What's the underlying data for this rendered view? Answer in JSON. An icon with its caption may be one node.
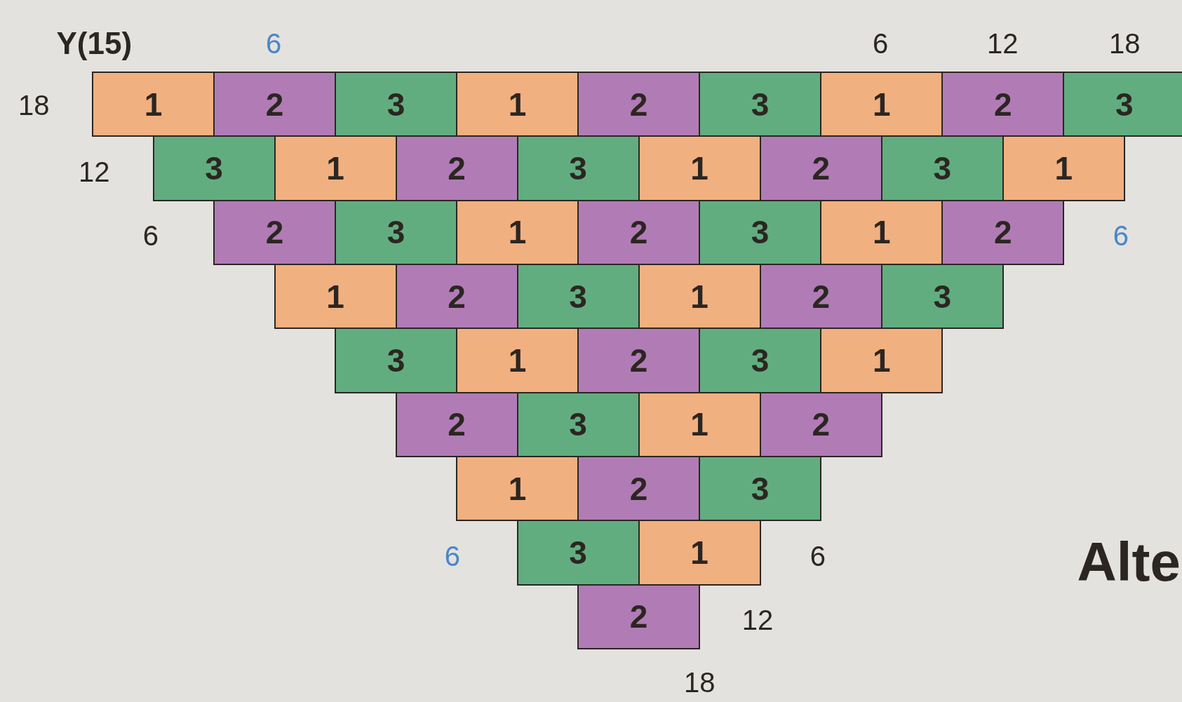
{
  "diagram": {
    "nodes": [
      {
        "text": [
          "1"
        ]
      },
      {
        "text": [
          "2"
        ]
      },
      {
        "text": [
          "3"
        ]
      },
      {
        "text": [
          "1"
        ]
      },
      {
        "text": [
          "2"
        ]
      },
      {
        "text": [
          "3"
        ]
      },
      {
        "text": [
          "1"
        ]
      },
      {
        "text": [
          "2"
        ]
      },
      {
        "text": [
          "3"
        ]
      },
      {
        "text": [
          "3"
        ]
      },
      {
        "text": [
          "1"
        ]
      },
      {
        "text": [
          "2"
        ]
      },
      {
        "text": [
          "3"
        ]
      },
      {
        "text": [
          "1"
        ]
      },
      {
        "text": [
          "2"
        ]
      },
      {
        "text": [
          "3"
        ]
      },
      {
        "text": [
          "1"
        ]
      },
      {
        "text": [
          "2"
        ]
      },
      {
        "text": [
          "3"
        ]
      },
      {
        "text": [
          "1"
        ]
      },
      {
        "text": [
          "2"
        ]
      },
      {
        "text": [
          "3"
        ]
      },
      {
        "text": [
          "1"
        ]
      },
      {
        "text": [
          "2"
        ]
      },
      {
        "text": [
          "1"
        ]
      },
      {
        "text": [
          "2"
        ]
      },
      {
        "text": [
          "3"
        ]
      },
      {
        "text": [
          "1"
        ]
      },
      {
        "text": [
          "2"
        ]
      },
      {
        "text": [
          "3"
        ]
      },
      {
        "text": [
          "3"
        ]
      },
      {
        "text": [
          "1"
        ]
      },
      {
        "text": [
          "2"
        ]
      },
      {
        "text": [
          "3"
        ]
      },
      {
        "text": [
          "1"
        ]
      },
      {
        "text": [
          "2"
        ]
      },
      {
        "text": [
          "3"
        ]
      },
      {
        "text": [
          "1"
        ]
      },
      {
        "text": [
          "2"
        ]
      },
      {
        "text": [
          "1"
        ]
      },
      {
        "text": [
          "2"
        ]
      },
      {
        "text": [
          "3"
        ]
      },
      {
        "text": [
          "3"
        ]
      },
      {
        "text": [
          "1"
        ]
      },
      {
        "text": [
          "2"
        ]
      }
    ],
    "labels": [
      "Y(15)",
      "6",
      "6",
      "12",
      "18",
      "18",
      "12",
      "6",
      "6",
      "6",
      "6",
      "Alte",
      "12",
      "18"
    ]
  }
}
